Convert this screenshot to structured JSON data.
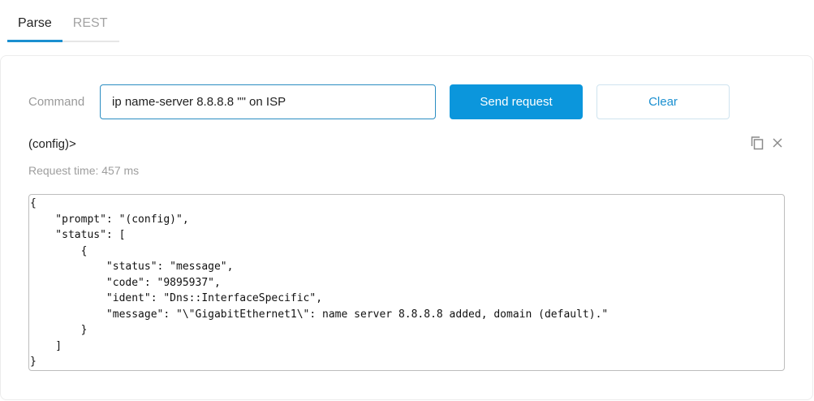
{
  "tabs": [
    {
      "label": "Parse",
      "active": true
    },
    {
      "label": "REST",
      "active": false
    }
  ],
  "command": {
    "label": "Command",
    "value": "ip name-server 8.8.8.8 \"\" on ISP",
    "placeholder": ""
  },
  "buttons": {
    "send": "Send request",
    "clear": "Clear"
  },
  "result": {
    "prompt": "(config)>",
    "request_time": "Request time: 457 ms",
    "icons": {
      "copy": "copy-icon",
      "close": "close-icon"
    },
    "output": "{\n    \"prompt\": \"(config)\",\n    \"status\": [\n        {\n            \"status\": \"message\",\n            \"code\": \"9895937\",\n            \"ident\": \"Dns::InterfaceSpecific\",\n            \"message\": \"\\\"GigabitEthernet1\\\": name server 8.8.8.8 added, domain (default).\"\n        }\n    ]\n}"
  },
  "colors": {
    "accent": "#0b96dc",
    "tab_underline": "#1a8fd0",
    "muted_text": "#9e9e9e"
  }
}
